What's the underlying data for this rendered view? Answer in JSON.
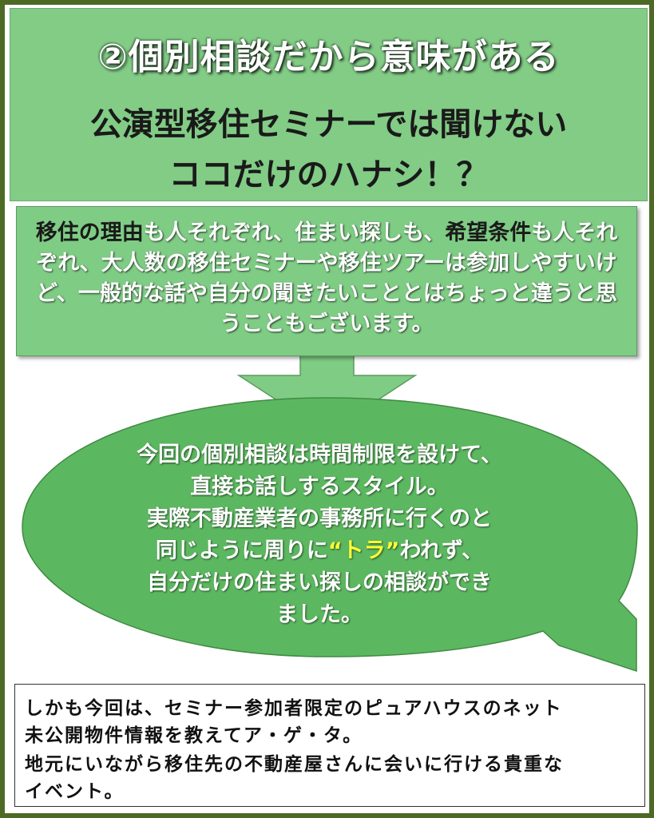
{
  "header": {
    "title": "②個別相談だから意味がある",
    "subtitle_line1": "公演型移住セミナーでは聞けない",
    "subtitle_line2": "ココだけのハナシ！？"
  },
  "intro": {
    "highlight1": "移住の理由",
    "text1": "も人それぞれ、住まい探しも、",
    "highlight2": "希望条件",
    "text2": "も人それぞれ、大人数の移住セミナーや移住ツアーは参加しやすいけど、一般的な話や自分の聞きたいこととはちょっと違うと思うこともございます。"
  },
  "bubble": {
    "line1": "今回の個別相談は時間制限を設けて、",
    "line2": "直接お話しするスタイル。",
    "line3": "実際不動産業者の事務所に行くのと",
    "line4_pre": "同じように周りに",
    "line4_tora": "“トラ”",
    "line4_post": "われず、",
    "line5": "自分だけの住まい探しの相談ができ",
    "line6": "ました。"
  },
  "footer": {
    "line1": "しかも今回は、セミナー参加者限定のピュアハウスのネット",
    "line2": "未公開物件情報を教えてア・ゲ・タ。",
    "line3": "地元にいながら移住先の不動産屋さんに会いに行ける貴重な",
    "line4": "イベント。"
  },
  "colors": {
    "frame": "#4d6a25",
    "header_bg": "#82cc86",
    "box_bg": "#7fcc85",
    "bubble_bg": "#5cb860",
    "highlight_yellow": "#ffff33"
  }
}
